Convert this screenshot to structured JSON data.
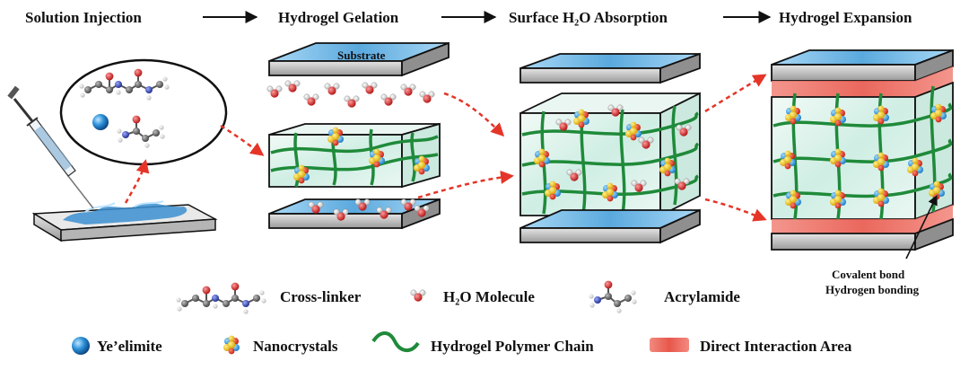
{
  "steps": [
    {
      "label": "Solution Injection"
    },
    {
      "label": "Hydrogel Gelation"
    },
    {
      "label": "Surface H₂O Absorption"
    },
    {
      "label": "Hydrogel Expansion"
    }
  ],
  "labels": {
    "substrate": "Substrate",
    "covalent_bond": "Covalent bond",
    "hydrogen_bonding": "Hydrogen bonding"
  },
  "legend": {
    "row1": [
      {
        "label": "Cross-linker",
        "icon": "cross-linker-molecule-icon"
      },
      {
        "label": "H₂O Molecule",
        "icon": "water-molecule-icon"
      },
      {
        "label": "Acrylamide",
        "icon": "acrylamide-molecule-icon"
      }
    ],
    "row2": [
      {
        "label": "Ye’elimite",
        "icon": "yeelimite-sphere-icon"
      },
      {
        "label": "Nanocrystals",
        "icon": "nanocrystal-cluster-icon"
      },
      {
        "label": "Hydrogel Polymer Chain",
        "icon": "polymer-chain-icon"
      },
      {
        "label": "Direct Interaction Area",
        "icon": "interaction-area-icon"
      }
    ]
  },
  "colors": {
    "substrate_blue": "#6fb6e6",
    "gel_fill": "#dff1ec",
    "chain_green": "#1f8a3a",
    "arrow_red": "#e53528",
    "interaction_red": "#ef6b5f",
    "oxygen_red": "#d32020",
    "hydrogen_white": "#f4f4f4",
    "carbon_grey": "#6c6c6c",
    "nitrogen_blue": "#3a4fc4"
  }
}
